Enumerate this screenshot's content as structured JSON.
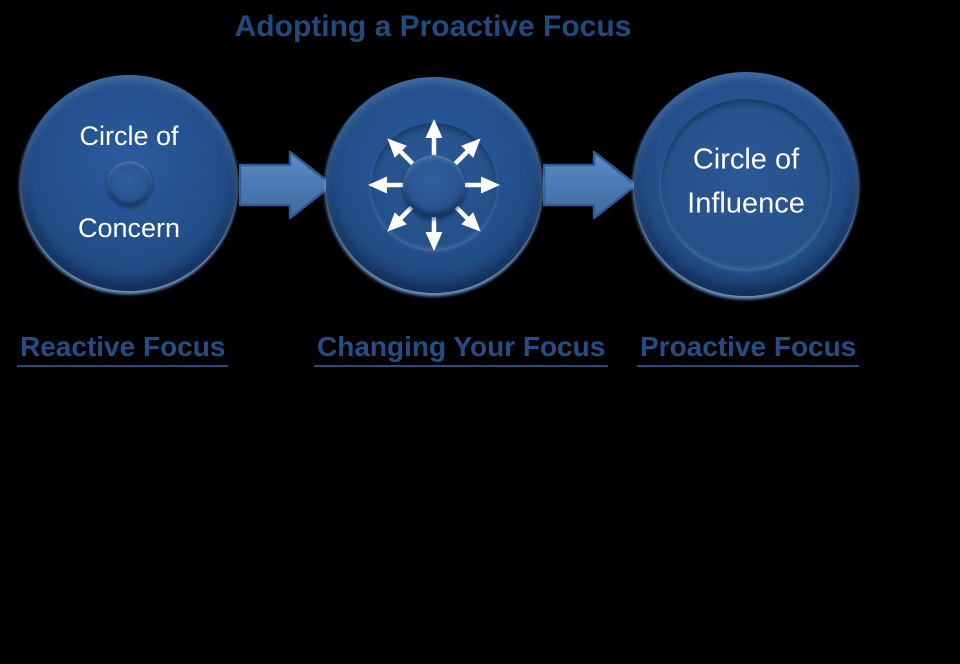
{
  "title": "Adopting a Proactive Focus",
  "colors": {
    "background": "#000000",
    "title_text": "#1f4b7f",
    "label_text": "#234f86",
    "circle_fill": "#234f89",
    "circle_edge_highlight": "#7da4da",
    "circle_text": "#ffffff",
    "arrow_fill": "#4a78b1",
    "arrow_outline": "#2f5c97",
    "ray_color": "#ffffff"
  },
  "stages": [
    {
      "name": "reactive",
      "circle_line1": "Circle of",
      "circle_line2": "Concern",
      "label": "Reactive Focus"
    },
    {
      "name": "changing",
      "icon": "radiating-arrows-icon",
      "label": "Changing Your Focus"
    },
    {
      "name": "proactive",
      "circle_line1": "Circle of",
      "circle_line2": "Influence",
      "label": "Proactive Focus"
    }
  ],
  "connectors": [
    {
      "icon": "flow-arrow-right-icon"
    },
    {
      "icon": "flow-arrow-right-icon"
    }
  ]
}
